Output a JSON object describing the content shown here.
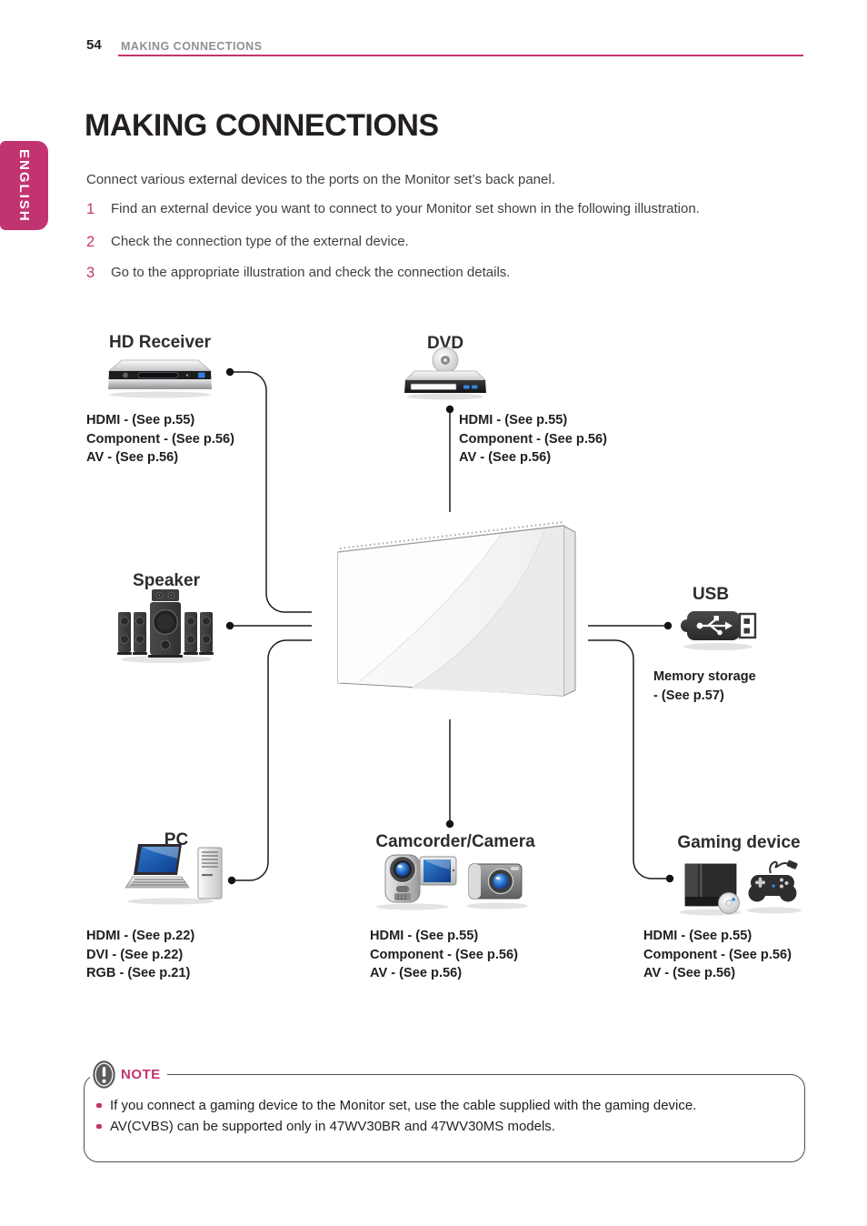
{
  "page": {
    "number": "54",
    "header_title": "MAKING CONNECTIONS",
    "language_tab": "ENGLISH"
  },
  "colors": {
    "accent_pink": "#c2346f",
    "header_gray": "#8e9093",
    "text_dark": "#231f20",
    "device_blue": "#2e7fd8"
  },
  "title": "MAKING CONNECTIONS",
  "intro": "Connect various external devices to the ports on the Monitor set’s back panel.",
  "steps": [
    {
      "num": "1",
      "text": "Find an external device you want to connect to your Monitor set shown in the following illustration."
    },
    {
      "num": "2",
      "text": "Check the connection type of the external device."
    },
    {
      "num": "3",
      "text": "Go to the appropriate illustration and check the connection details."
    }
  ],
  "diagram": {
    "devices": [
      {
        "id": "hd-receiver",
        "label": "HD Receiver",
        "connections": [
          "HDMI - (See p.55)",
          "Component - (See p.56)",
          "AV - (See p.56)"
        ]
      },
      {
        "id": "dvd",
        "label": "DVD",
        "connections": [
          "HDMI - (See p.55)",
          "Component - (See p.56)",
          "AV - (See p.56)"
        ]
      },
      {
        "id": "speaker",
        "label": "Speaker",
        "connections": []
      },
      {
        "id": "usb",
        "label": "USB",
        "connections": [
          "Memory storage",
          "- (See p.57)"
        ]
      },
      {
        "id": "pc",
        "label": "PC",
        "connections": [
          "HDMI - (See p.22)",
          "DVI - (See p.22)",
          "RGB - (See p.21)"
        ]
      },
      {
        "id": "camcorder-camera",
        "label": "Camcorder/Camera",
        "connections": [
          "HDMI - (See p.55)",
          "Component - (See p.56)",
          "AV - (See p.56)"
        ]
      },
      {
        "id": "gaming-device",
        "label": "Gaming device",
        "connections": [
          "HDMI - (See p.55)",
          "Component - (See p.56)",
          "AV - (See p.56)"
        ]
      }
    ]
  },
  "note": {
    "title": "NOTE",
    "bullets": [
      "If you connect a gaming device to the Monitor set, use the cable supplied with the gaming device.",
      "AV(CVBS) can be supported only in 47WV30BR and 47WV30MS models."
    ]
  }
}
